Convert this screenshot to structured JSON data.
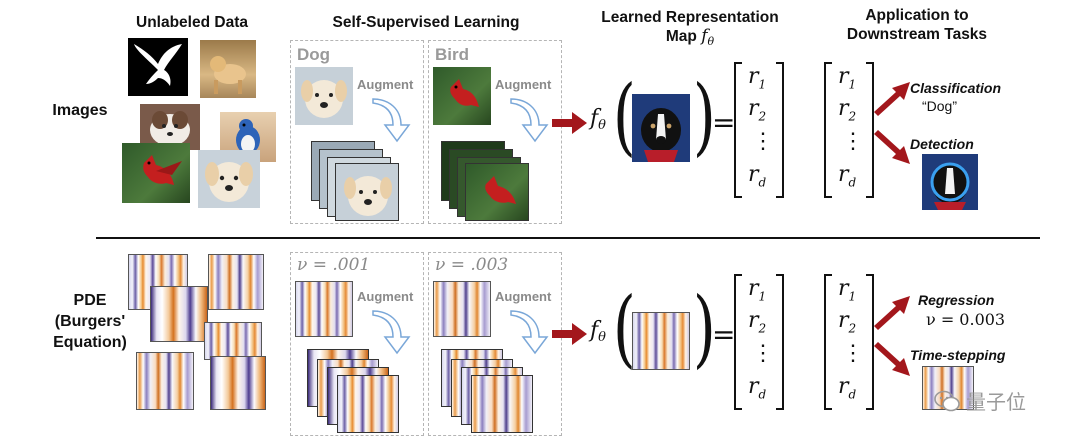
{
  "headers": {
    "unlabeled": "Unlabeled Data",
    "ssl": "Self-Supervised Learning",
    "learned_line1": "Learned Representation",
    "learned_line2_text": "Map",
    "learned_line2_math": "f",
    "learned_line2_sub": "θ",
    "application_line1": "Application to",
    "application_line2": "Downstream Tasks"
  },
  "rows": {
    "images": {
      "label": "Images"
    },
    "pde": {
      "label_line1": "PDE",
      "label_line2": "(Burgers'",
      "label_line3": "Equation)"
    }
  },
  "ssl_boxes": {
    "images": [
      {
        "title": "Dog",
        "augment": "Augment"
      },
      {
        "title": "Bird",
        "augment": "Augment"
      }
    ],
    "pde": [
      {
        "title": "ν = .001",
        "augment": "Augment"
      },
      {
        "title": "ν = .003",
        "augment": "Augment"
      }
    ]
  },
  "representation": {
    "f": "f",
    "theta": "θ",
    "equals": "=",
    "vector": [
      {
        "base": "r",
        "sub": "1"
      },
      {
        "base": "r",
        "sub": "2"
      },
      {
        "base": "⋮",
        "sub": ""
      },
      {
        "base": "r",
        "sub": "d"
      }
    ]
  },
  "tasks": {
    "images": [
      {
        "name": "Classification",
        "detail": "“Dog”"
      },
      {
        "name": "Detection",
        "detail": ""
      }
    ],
    "pde": [
      {
        "name": "Regression",
        "detail": "ν = 0.003"
      },
      {
        "name": "Time-stepping",
        "detail": ""
      }
    ]
  },
  "watermark": {
    "text": "量子位"
  },
  "colors": {
    "arrow": "#a3171c",
    "augment_arrow": "#7aa7d8",
    "dashed_border": "#b5b5b5",
    "divider": "#111111"
  },
  "icons": [
    "dove-icon",
    "dog-photo",
    "bluejay-photo",
    "cardinal-photo",
    "heatmap-image",
    "wechat-icon"
  ]
}
